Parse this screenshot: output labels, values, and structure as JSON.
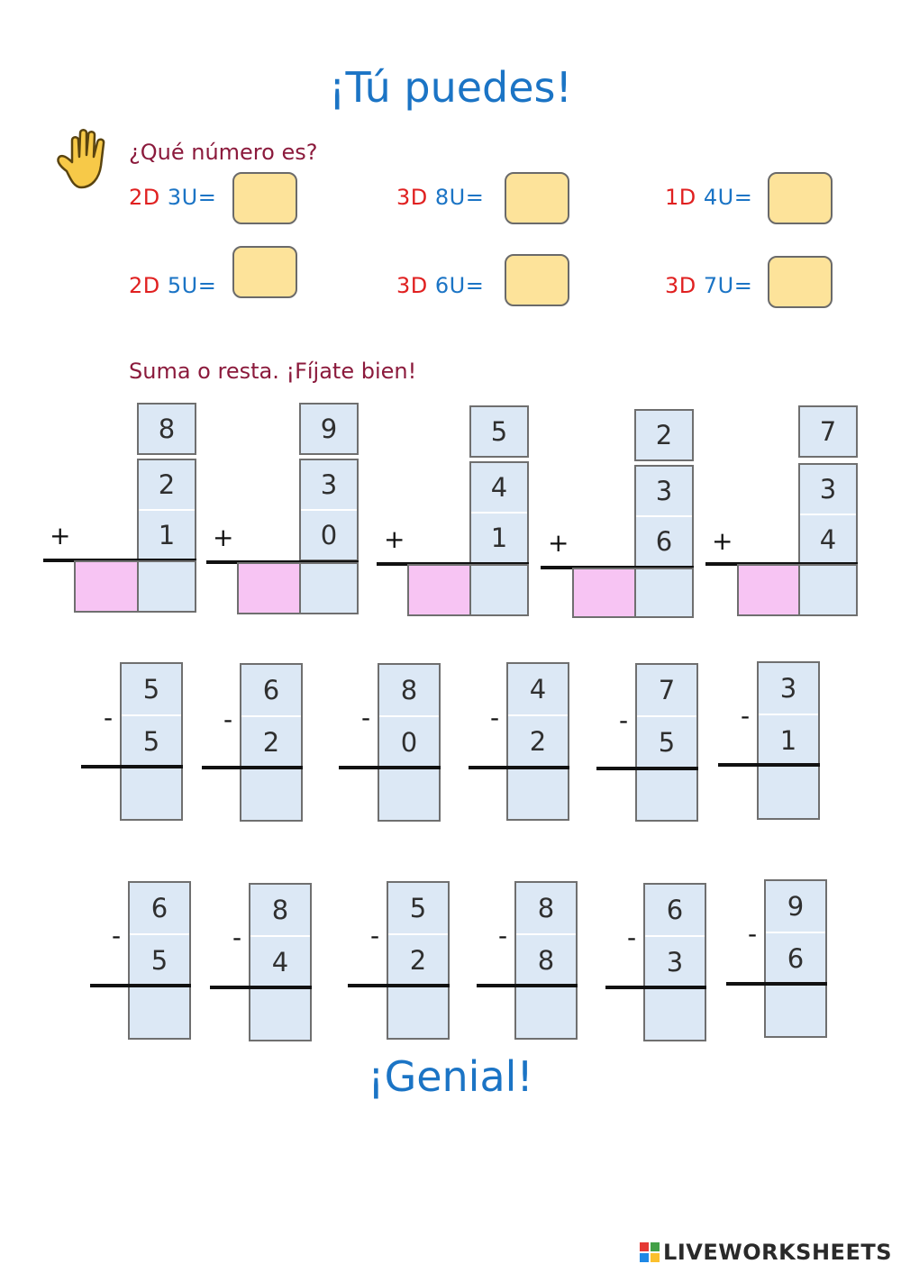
{
  "title": "¡Tú puedes!",
  "section1": {
    "instruction": "¿Qué número es?",
    "items": [
      {
        "d": "2D",
        "u": "3U="
      },
      {
        "d": "3D",
        "u": "8U="
      },
      {
        "d": "1D",
        "u": "4U="
      },
      {
        "d": "2D",
        "u": "5U="
      },
      {
        "d": "3D",
        "u": "6U="
      },
      {
        "d": "3D",
        "u": "7U="
      }
    ]
  },
  "section2": {
    "instruction": "Suma o resta. ¡Fíjate bien!",
    "additions": [
      {
        "a": "8",
        "b": "2",
        "c": "1",
        "op": "+"
      },
      {
        "a": "9",
        "b": "3",
        "c": "0",
        "op": "+"
      },
      {
        "a": "5",
        "b": "4",
        "c": "1",
        "op": "+"
      },
      {
        "a": "2",
        "b": "3",
        "c": "6",
        "op": "+"
      },
      {
        "a": "7",
        "b": "3",
        "c": "4",
        "op": "+"
      }
    ],
    "subtractions_row1": [
      {
        "a": "5",
        "b": "5",
        "op": "-"
      },
      {
        "a": "6",
        "b": "2",
        "op": "-"
      },
      {
        "a": "8",
        "b": "0",
        "op": "-"
      },
      {
        "a": "4",
        "b": "2",
        "op": "-"
      },
      {
        "a": "7",
        "b": "5",
        "op": "-"
      },
      {
        "a": "3",
        "b": "1",
        "op": "-"
      }
    ],
    "subtractions_row2": [
      {
        "a": "6",
        "b": "5",
        "op": "-"
      },
      {
        "a": "8",
        "b": "4",
        "op": "-"
      },
      {
        "a": "5",
        "b": "2",
        "op": "-"
      },
      {
        "a": "8",
        "b": "8",
        "op": "-"
      },
      {
        "a": "6",
        "b": "3",
        "op": "-"
      },
      {
        "a": "9",
        "b": "6",
        "op": "-"
      }
    ]
  },
  "footer": "¡Genial!",
  "logo": {
    "text": "LIVEWORKSHEETS",
    "colors": [
      "#e53935",
      "#43a047",
      "#1e88e5",
      "#fbc02d"
    ]
  },
  "icons": {
    "hand": "hand-icon"
  }
}
